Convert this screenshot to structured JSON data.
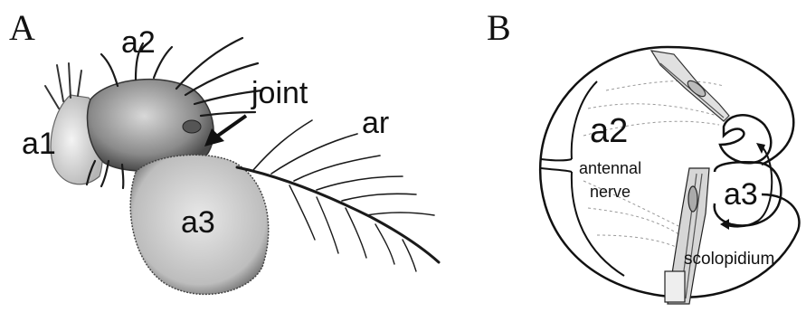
{
  "panel_a": {
    "letter": "A",
    "labels": {
      "a1": "a1",
      "a2": "a2",
      "a3": "a3",
      "joint": "joint",
      "ar": "ar"
    }
  },
  "panel_b": {
    "letter": "B",
    "labels": {
      "a2": "a2",
      "a3": "a3",
      "antennal_nerve_line1": "antennal",
      "antennal_nerve_line2": "nerve",
      "scolopidium": "scolopidium"
    }
  }
}
